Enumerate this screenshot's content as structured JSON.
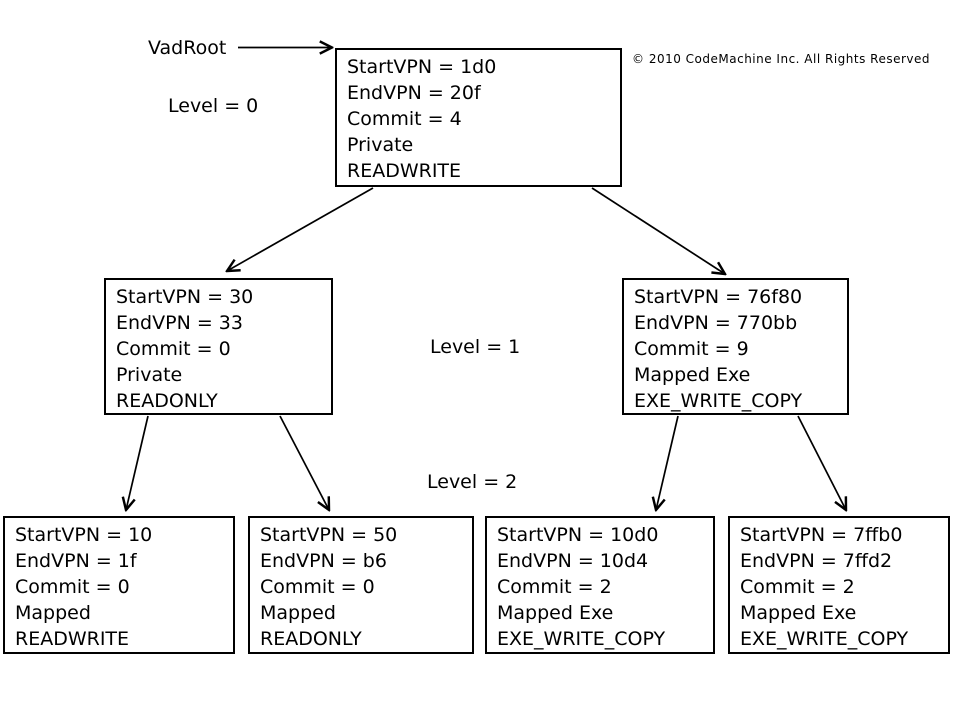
{
  "diagram": {
    "root_pointer_label": "VadRoot",
    "copyright": "© 2010 CodeMachine Inc. All Rights Reserved",
    "level_labels": {
      "level0": "Level = 0",
      "level1": "Level = 1",
      "level2": "Level = 2"
    },
    "nodes": {
      "root": {
        "lines": [
          "StartVPN = 1d0",
          "EndVPN = 20f",
          "Commit = 4",
          "Private",
          "READWRITE"
        ]
      },
      "l1_left": {
        "lines": [
          "StartVPN = 30",
          "EndVPN = 33",
          "Commit = 0",
          "Private",
          "READONLY"
        ]
      },
      "l1_right": {
        "lines": [
          "StartVPN = 76f80",
          "EndVPN = 770bb",
          "Commit = 9",
          "Mapped Exe",
          "EXE_WRITE_COPY"
        ]
      },
      "l2_box1": {
        "lines": [
          "StartVPN = 10",
          "EndVPN = 1f",
          "Commit = 0",
          "Mapped",
          "READWRITE"
        ]
      },
      "l2_box2": {
        "lines": [
          "StartVPN = 50",
          "EndVPN = b6",
          "Commit = 0",
          "Mapped",
          "READONLY"
        ]
      },
      "l2_box3": {
        "lines": [
          "StartVPN = 10d0",
          "EndVPN = 10d4",
          "Commit = 2",
          "Mapped Exe",
          "EXE_WRITE_COPY"
        ]
      },
      "l2_box4": {
        "lines": [
          "StartVPN = 7ffb0",
          "EndVPN = 7ffd2",
          "Commit = 2",
          "Mapped Exe",
          "EXE_WRITE_COPY"
        ]
      }
    },
    "edges": [
      {
        "from": "VadRoot",
        "to": "root"
      },
      {
        "from": "root",
        "to": "l1_left"
      },
      {
        "from": "root",
        "to": "l1_right"
      },
      {
        "from": "l1_left",
        "to": "l2_box1"
      },
      {
        "from": "l1_left",
        "to": "l2_box2"
      },
      {
        "from": "l1_right",
        "to": "l2_box3"
      },
      {
        "from": "l1_right",
        "to": "l2_box4"
      }
    ]
  }
}
